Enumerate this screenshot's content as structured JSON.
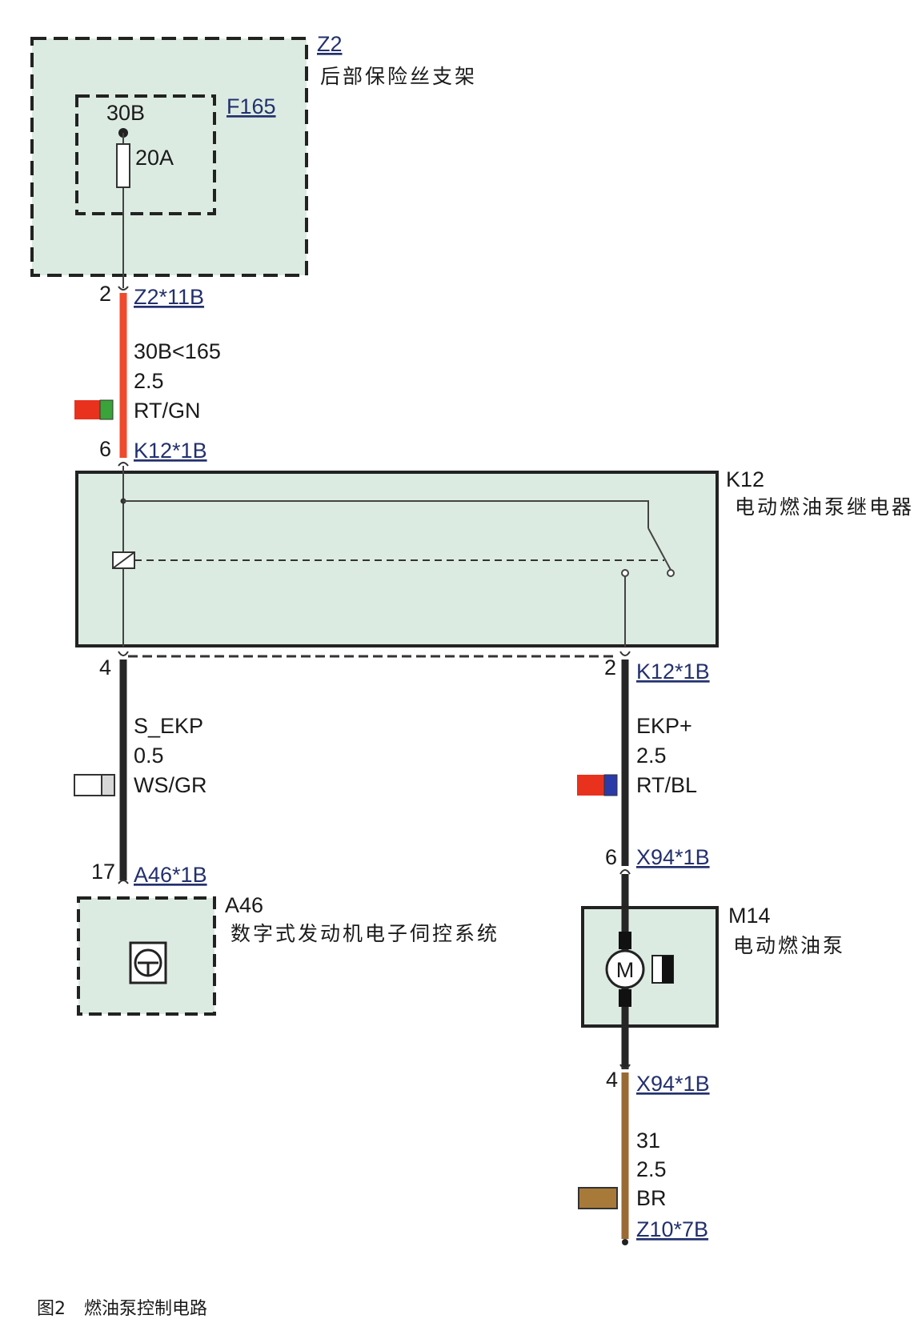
{
  "z2": {
    "id": "Z2",
    "name": "后部保险丝支架"
  },
  "f165": {
    "id": "F165",
    "terminal": "30B",
    "rating": "20A"
  },
  "k12": {
    "id": "K12",
    "name": "电动燃油泵继电器"
  },
  "a46": {
    "id": "A46",
    "name": "数字式发动机电子伺控系统"
  },
  "m14": {
    "id": "M14",
    "name": "电动燃油泵",
    "symbol": "M"
  },
  "wires": [
    {
      "signal": "30B<165",
      "gauge": "2.5",
      "color_code": "RT/GN",
      "swatch": [
        "#e8321e",
        "#3aa33a"
      ],
      "wire_color": "#ef4a2d",
      "from_pin": "2",
      "from_conn": "Z2*11B",
      "to_pin": "6",
      "to_conn": "K12*1B"
    },
    {
      "signal": "S_EKP",
      "gauge": "0.5",
      "color_code": "WS/GR",
      "swatch": [
        "#ffffff",
        "#d8d8d8"
      ],
      "wire_color": "#262626",
      "from_pin": "4",
      "from_conn": "",
      "to_pin": "17",
      "to_conn": "A46*1B"
    },
    {
      "signal": "EKP+",
      "gauge": "2.5",
      "color_code": "RT/BL",
      "swatch": [
        "#e8321e",
        "#2a3aa8"
      ],
      "wire_color": "#262626",
      "from_pin": "2",
      "from_conn": "K12*1B",
      "to_pin": "6",
      "to_conn": "X94*1B"
    },
    {
      "signal": "31",
      "gauge": "2.5",
      "color_code": "BR",
      "swatch": [
        "#a87a3a",
        "#a87a3a"
      ],
      "wire_color": "#9a6a34",
      "from_pin": "4",
      "from_conn": "X94*1B",
      "to_pin": "",
      "to_conn": "Z10*7B"
    }
  ],
  "caption": {
    "number": "图2",
    "title": "燃油泵控制电路"
  },
  "colors": {
    "module_fill": "#dcebe1",
    "outline": "#222222",
    "connector_text": "#23306e"
  }
}
